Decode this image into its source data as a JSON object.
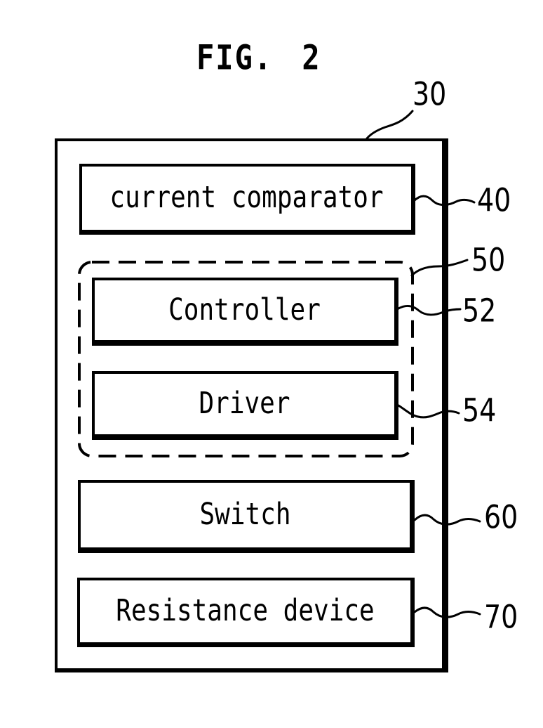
{
  "figure": {
    "title": "FIG. 2"
  },
  "diagram": {
    "blocks": {
      "outer": {
        "ref": "30"
      },
      "current_comparator": {
        "label": "current comparator",
        "ref": "40"
      },
      "controller_driver_group": {
        "ref": "50"
      },
      "controller": {
        "label": "Controller",
        "ref": "52"
      },
      "driver": {
        "label": "Driver",
        "ref": "54"
      },
      "switch": {
        "label": "Switch",
        "ref": "60"
      },
      "resistance_device": {
        "label": "Resistance device",
        "ref": "70"
      }
    },
    "colors": {
      "line": "#000000",
      "background": "#ffffff"
    }
  }
}
